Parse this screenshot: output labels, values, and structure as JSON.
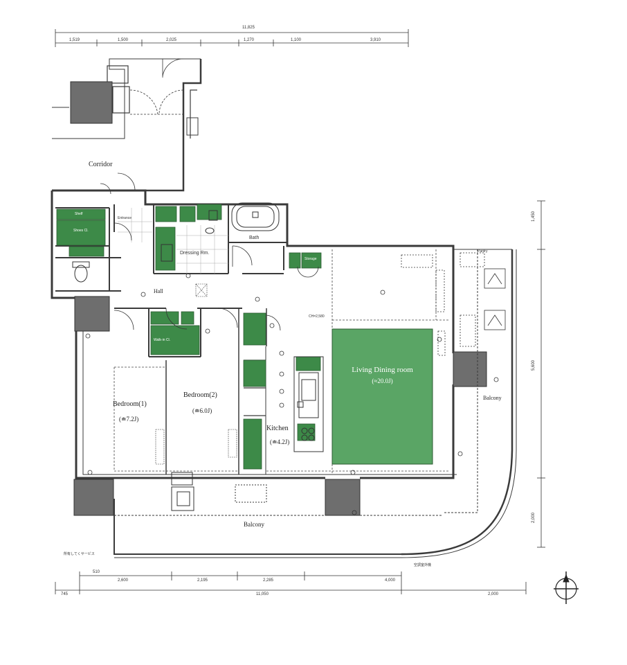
{
  "dimensions": {
    "top_total": "11,825",
    "top_segments": [
      "1,519",
      "1,500",
      "2,025",
      "1,270",
      "1,100",
      "3,910"
    ],
    "bottom_segments": [
      "2,600",
      "2,195",
      "2,285",
      "4,000"
    ],
    "bottom_small": "510",
    "bottom_total": "11,050",
    "bottom_left": "745",
    "bottom_right": "2,000",
    "right_segments": [
      "1,450",
      "5,600",
      "2,000"
    ]
  },
  "rooms": {
    "corridor": "Corridor",
    "entrance": "Entrance",
    "hall": "Hall",
    "dressing": "Dressing Rm.",
    "bath": "Bath",
    "shoes_closet": "Shoes Cl.",
    "walkin_closet": "Walk-in Cl.",
    "bedroom1": {
      "name": "Bedroom(1)",
      "area": "(≐7.2J)"
    },
    "bedroom2": {
      "name": "Bedroom(2)",
      "area": "(≐6.0J)"
    },
    "kitchen": {
      "name": "Kitchen",
      "area": "(≐4.2J)"
    },
    "living": {
      "name": "Living Dining room",
      "area": "(≈20.0J)"
    },
    "balcony_bottom": "Balcony",
    "balcony_right": "Balcony",
    "pantry": "Pantry",
    "shelf": "Shelf",
    "storage": "Storage"
  },
  "marks": {
    "ceiling_code": "CH=2,580",
    "balcony_note": "所有してくサービス",
    "bottom_note": "空調室外機"
  },
  "colors": {
    "wall": "#3a3a3a",
    "storage_green": "#3d8a48",
    "living_green": "#5aa565",
    "column": "#6e6e6e"
  }
}
